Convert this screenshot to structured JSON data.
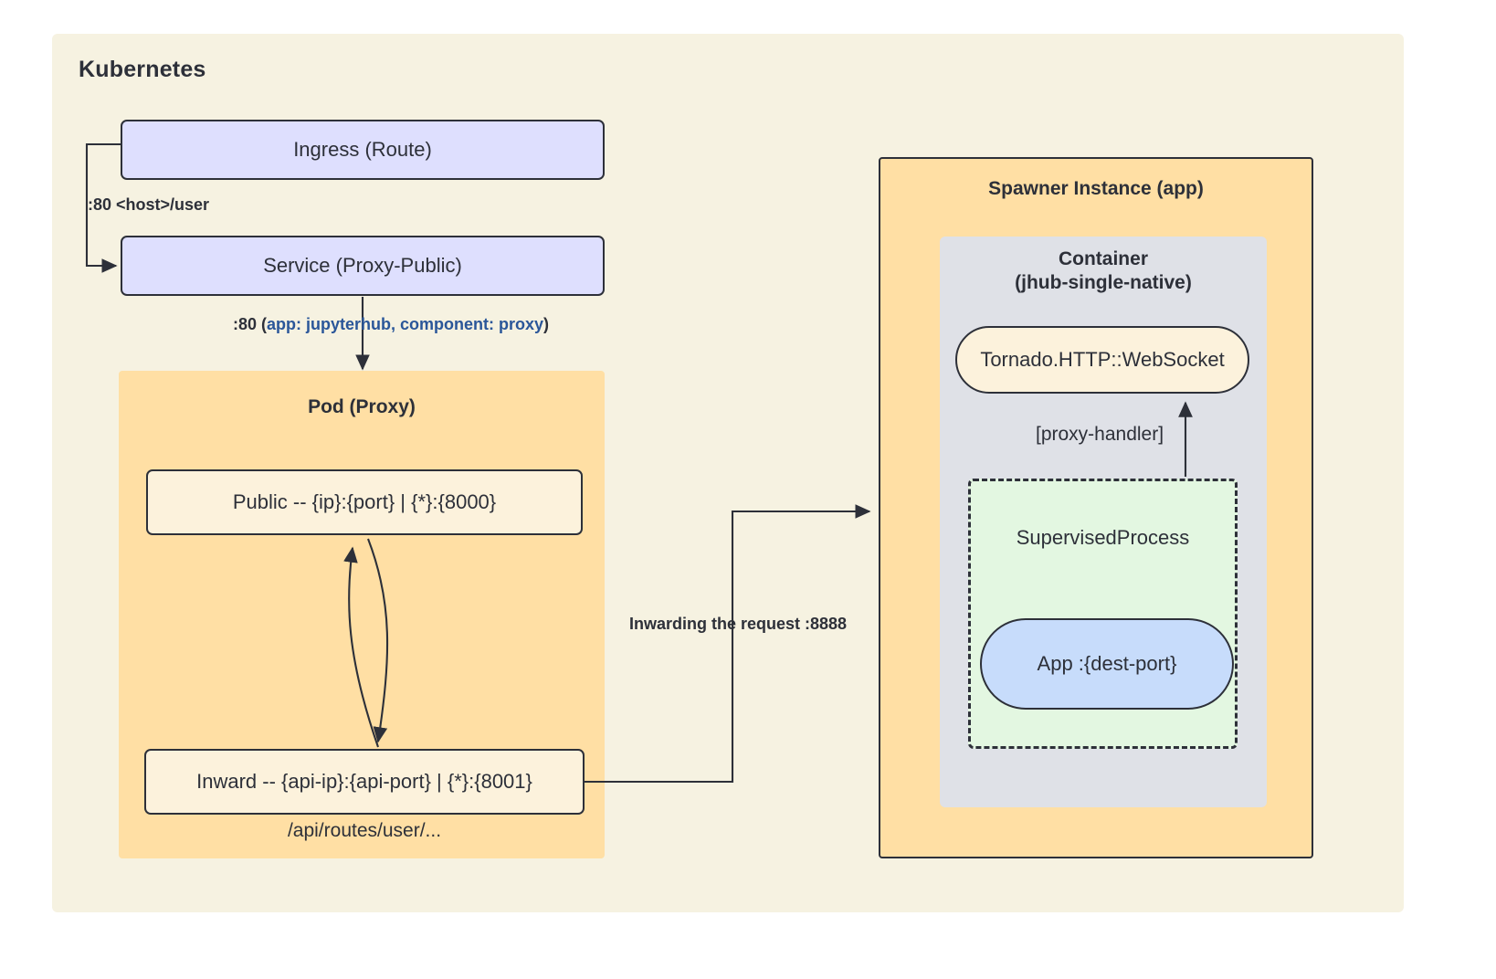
{
  "diagram": {
    "title": "Kubernetes",
    "groups": {
      "kubernetes": {
        "label": "Kubernetes"
      },
      "pod_proxy": {
        "label": "Pod (Proxy)"
      },
      "spawner_instance": {
        "label": "Spawner Instance (app)"
      },
      "container": {
        "label": "Container\n(jhub-single-native)",
        "line1": "Container",
        "line2": "(jhub-single-native)"
      },
      "supervised_process": {
        "label": "SupervisedProcess"
      }
    },
    "nodes": {
      "ingress_route": {
        "label": "Ingress (Route)"
      },
      "service_proxy_public": {
        "label": "Service (Proxy-Public)"
      },
      "public_endpoint": {
        "label": "Public -- {ip}:{port} | {*}:{8000}"
      },
      "inward_endpoint": {
        "label": "Inward -- {api-ip}:{api-port} | {*}:{8001}"
      },
      "api_routes": {
        "label": "/api/routes/user/..."
      },
      "tornado_websocket": {
        "label": "Tornado.HTTP::WebSocket"
      },
      "app_dest_port": {
        "label": "App :{dest-port}"
      }
    },
    "edge_labels": {
      "host_user": ":80 <host>/user",
      "service_selector_prefix": ":80 (",
      "service_selector_accent": "app: jupyterhub, component: proxy",
      "service_selector_suffix": ")",
      "inwarding_request": "Inwarding the request :8888",
      "proxy_handler": "[proxy-handler]"
    },
    "colors": {
      "canvas": "#f6f2e1",
      "lavender_node": "#dedffe",
      "orange_group": "#ffdfa4",
      "cream_node": "#fcf2dc",
      "gray_group": "#dfe1e7",
      "green_group": "#e3f7e1",
      "blue_node": "#c7dcfb",
      "stroke": "#2d3039",
      "accent_text": "#2a5699"
    }
  }
}
